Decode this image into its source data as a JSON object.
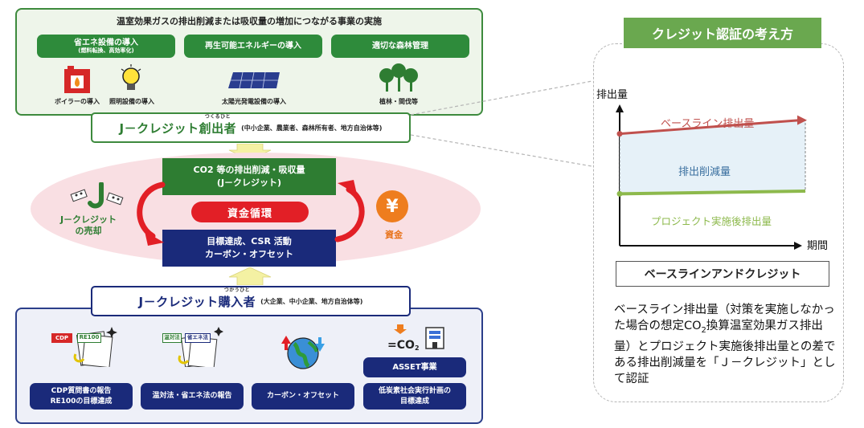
{
  "top": {
    "title": "温室効果ガスの排出削減または吸収量の増加につながる事業の実施",
    "pills": [
      {
        "label": "省エネ設備の導入",
        "sub": "(燃料転換、高効率化)"
      },
      {
        "label": "再生可能エネルギーの導入",
        "sub": ""
      },
      {
        "label": "適切な森林管理",
        "sub": ""
      }
    ],
    "captions": [
      "ボイラーの導入",
      "照明設備の導入",
      "太陽光発電設備の導入",
      "植林・間伐等"
    ]
  },
  "creator": {
    "ruby": "つくるひと",
    "name": "J－クレジット創出者",
    "name_main": "J－クレジット",
    "name_kanji": "創出者",
    "paren": "(中小企業、農業者、森林所有者、地方自治体等)"
  },
  "cycle": {
    "co2_line1": "CO2 等の排出削減・吸収量",
    "co2_line2": "(J－クレジット)",
    "money_cycle": "資金循環",
    "goal_line1": "目標達成、CSR 活動",
    "goal_line2": "カーボン・オフセット",
    "sell_line1": "J－クレジット",
    "sell_line2": "の売却",
    "yen": "¥",
    "money": "資金"
  },
  "buyer": {
    "ruby": "つかうひと",
    "name_main": "J－クレジット",
    "name_kanji": "購入者",
    "paren": "(大企業、中小企業、地方自治体等)"
  },
  "bottom": {
    "doc_labels": [
      "CDP",
      "RE100",
      "温対法",
      "省エネ法"
    ],
    "asset": "ASSET事業",
    "pills": [
      {
        "line1": "CDP質問書の報告",
        "line2": "RE100の目標達成"
      },
      {
        "line1": "温対法・省エネ法の報告",
        "line2": ""
      },
      {
        "line1": "カーボン・オフセット",
        "line2": ""
      },
      {
        "line1": "低炭素社会実行計画の",
        "line2": "目標達成"
      }
    ]
  },
  "right": {
    "title": "クレジット認証の考え方",
    "y_label": "排出量",
    "x_label": "期間",
    "baseline_label": "ベースライン排出量",
    "reduction_label": "排出削減量",
    "project_label": "プロジェクト実施後排出量",
    "method": "ベースラインアンドクレジット",
    "desc_part1": "ベースライン排出量（対策を実施しなかった場合の想定CO",
    "desc_sub": "2",
    "desc_part2": "換算温室効果ガス排出量）とプロジェクト実施後排出量との差である排出削減量を「Ｊ－クレジット」として認証"
  },
  "colors": {
    "green": "#2e7d32",
    "navy": "#1a2a7a",
    "red": "#e21f26",
    "orange": "#ee7d1e",
    "title_green": "#6aa84f",
    "baseline_red": "#c0504d",
    "project_green": "#8db94c"
  },
  "chart_data": {
    "type": "line",
    "title": "",
    "xlabel": "期間",
    "ylabel": "排出量",
    "series": [
      {
        "name": "ベースライン排出量",
        "values": [
          0.82,
          0.92
        ]
      },
      {
        "name": "プロジェクト実施後排出量",
        "values": [
          0.38,
          0.4
        ]
      }
    ],
    "annotations": [
      "排出削減量"
    ]
  }
}
